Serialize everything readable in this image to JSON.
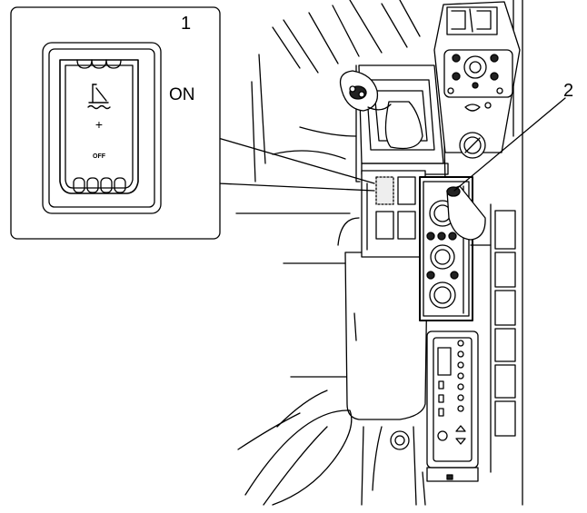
{
  "callouts": [
    {
      "number": "1"
    },
    {
      "number": "2"
    }
  ],
  "inset": {
    "state_on_label": "ON",
    "plus_sign": "+",
    "state_off_label": "OFF",
    "symbol_icon": "boat-lift-wave-icon"
  },
  "colors": {
    "line": "#000000",
    "background": "#ffffff",
    "shade": "#eeeeee"
  }
}
